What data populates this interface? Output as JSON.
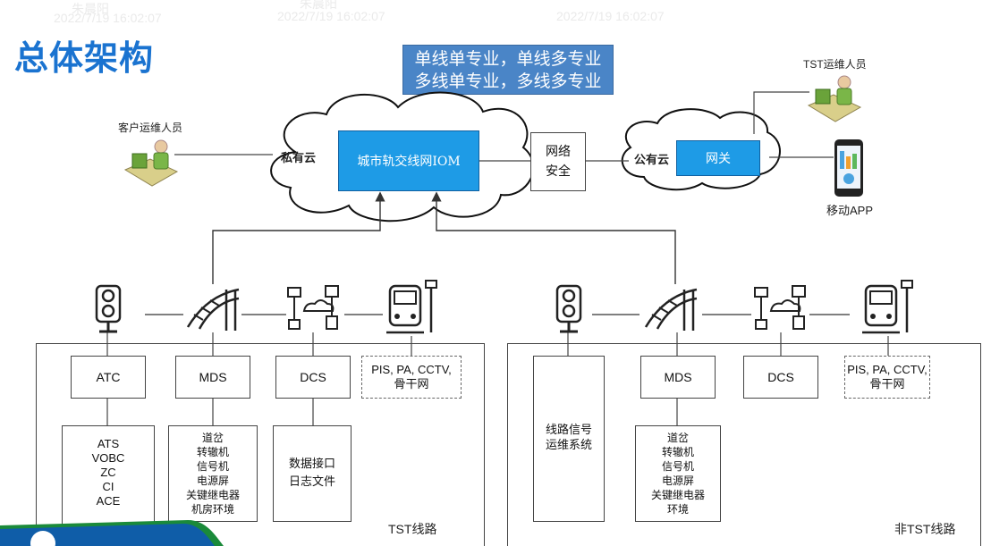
{
  "title": "总体架构",
  "banner": {
    "line1": "单线单专业，单线多专业",
    "line2": "多线单专业，多线多专业"
  },
  "watermarks": [
    "朱晨阳",
    "2022/7/19 16:02:07",
    "2022/7/19 16:02:07",
    "朱晨阳",
    "2022/7/19 16:02:07"
  ],
  "private_cloud": {
    "label": "私有云",
    "box": "城市轨交线网IOM"
  },
  "network_security": {
    "line1": "网络",
    "line2": "安全"
  },
  "public_cloud": {
    "label": "公有云",
    "box": "网关"
  },
  "customer_ops": "客户运维人员",
  "tst_ops": "TST运维人员",
  "mobile_app": "移动APP",
  "tst": {
    "region_label": "TST线路",
    "systems": [
      "ATC",
      "MDS",
      "DCS"
    ],
    "pis": {
      "line1": "PIS, PA, CCTV,",
      "line2": "骨干网"
    },
    "atc_items": [
      "ATS",
      "VOBC",
      "ZC",
      "CI",
      "ACE"
    ],
    "mds_items": [
      "道岔",
      "转辙机",
      "信号机",
      "电源屏",
      "关键继电器",
      "机房环境"
    ],
    "dcs_items": [
      "数据接口",
      "日志文件"
    ]
  },
  "non_tst": {
    "region_label": "非TST线路",
    "signal_system": {
      "line1": "线路信号",
      "line2": "运维系统"
    },
    "systems": [
      "MDS",
      "DCS"
    ],
    "pis": {
      "line1": "PIS, PA, CCTV,",
      "line2": "骨干网"
    },
    "mds_items": [
      "道岔",
      "转辙机",
      "信号机",
      "电源屏",
      "关键继电器",
      "环境"
    ]
  },
  "colors": {
    "title": "#1a73d0",
    "banner": "#4a85c7",
    "iom_box": "#1e9be6",
    "footer": "#1a8a3a"
  }
}
